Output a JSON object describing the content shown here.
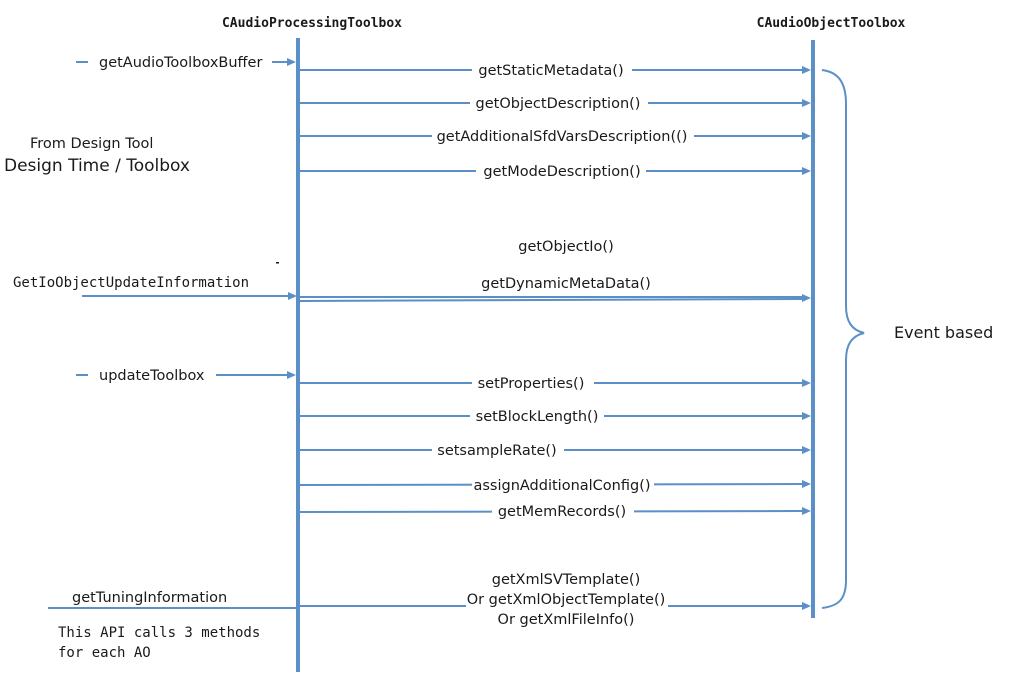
{
  "lifelines": {
    "left": "CAudioProcessingToolbox",
    "right": "CAudioObjectToolbox"
  },
  "left_side": {
    "from_design_tool": "From Design Tool",
    "design_time": "Design Time / Toolbox",
    "incoming_calls": [
      "getAudioToolboxBuffer",
      "GetIoObjectUpdateInformation",
      "updateToolbox",
      "getTuningInformation"
    ],
    "api_note_line1": "This API calls 3 methods",
    "api_note_line2": "for each AO"
  },
  "messages": [
    "getStaticMetadata()",
    "getObjectDescription()",
    "getAdditionalSfdVarsDescription(()",
    "getModeDescription()",
    "getObjectIo()",
    "getDynamicMetaData()",
    "setProperties()",
    "setBlockLength()",
    "setsampleRate()",
    "assignAdditionalConfig()",
    "getMemRecords()",
    "getXmlSVTemplate()",
    "Or getXmlObjectTemplate()",
    "Or getXmlFileInfo()"
  ],
  "brace_label": "Event based",
  "colors": {
    "line": "#5b8fc7",
    "text": "#1a1a1a",
    "background": "#ffffff"
  }
}
